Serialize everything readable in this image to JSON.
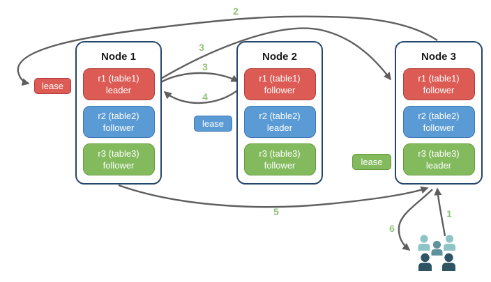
{
  "nodes": [
    {
      "title": "Node 1",
      "replicas": [
        {
          "label": "r1 (table1)",
          "role": "leader",
          "color": "red"
        },
        {
          "label": "r2 (table2)",
          "role": "follower",
          "color": "blue"
        },
        {
          "label": "r3 (table3)",
          "role": "follower",
          "color": "green"
        }
      ]
    },
    {
      "title": "Node 2",
      "replicas": [
        {
          "label": "r1 (table1)",
          "role": "follower",
          "color": "red"
        },
        {
          "label": "r2 (table2)",
          "role": "leader",
          "color": "blue"
        },
        {
          "label": "r3 (table3)",
          "role": "follower",
          "color": "green"
        }
      ]
    },
    {
      "title": "Node 3",
      "replicas": [
        {
          "label": "r1 (table1)",
          "role": "follower",
          "color": "red"
        },
        {
          "label": "r2 (table2)",
          "role": "follower",
          "color": "blue"
        },
        {
          "label": "r3 (table3)",
          "role": "leader",
          "color": "green"
        }
      ]
    }
  ],
  "leases": [
    {
      "label": "lease",
      "color": "#DC5B55",
      "attached_to": "r1 leader"
    },
    {
      "label": "lease",
      "color": "#5B9BD5",
      "attached_to": "r2 leader"
    },
    {
      "label": "lease",
      "color": "#83BA5E",
      "attached_to": "r3 leader"
    }
  ],
  "steps": [
    {
      "text": "1"
    },
    {
      "text": "2"
    },
    {
      "text": "3"
    },
    {
      "text": "3"
    },
    {
      "text": "4"
    },
    {
      "text": "5"
    },
    {
      "text": "6"
    }
  ],
  "icons": {
    "users_group": "users-group-icon"
  },
  "colors": {
    "replica_red": "#DC5B55",
    "replica_red_border": "#B0403C",
    "replica_blue": "#5B9BD5",
    "replica_blue_border": "#3E78B5",
    "replica_green": "#83BA5E",
    "replica_green_border": "#649C3C",
    "node_border": "#24466D",
    "arrow": "#5E5E5E",
    "step_number": "#8FC377",
    "users_light": "#8FC4C6",
    "users_mid": "#5D919C",
    "users_dark": "#2E5464"
  }
}
